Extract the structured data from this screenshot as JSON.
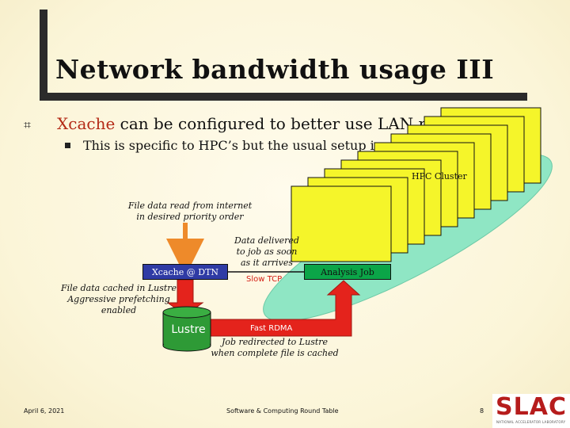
{
  "slide": {
    "title": "Network bandwidth usage III",
    "bullet1": {
      "highlight": "Xcache",
      "rest": " can be configured to better use LAN resources"
    },
    "bullet2": "This is specific to HPC’s but the usual setup is as follows"
  },
  "diagram": {
    "hpc_cluster_label": "HPC Cluster",
    "file_read_line1": "File data read from internet",
    "file_read_line2": "in desired priority order",
    "data_delivered_line1": "Data delivered",
    "data_delivered_line2": "to job as soon",
    "data_delivered_line3": "as it arrives",
    "xcache_label": "Xcache @ DTN",
    "analysis_label": "Analysis Job",
    "slow_tcp": "Slow TCP",
    "file_cached_line1": "File data cached in Lustre",
    "file_cached_line2": "Aggressive prefetching enabled",
    "lustre_label": "Lustre",
    "fast_rdma": "Fast RDMA",
    "job_redirected_line1": "Job redirected to Lustre",
    "job_redirected_line2": "when complete file is cached"
  },
  "footer": {
    "date": "April 6, 2021",
    "center": "Software & Computing Round Table",
    "page": "8",
    "logo_text": "SLAC",
    "logo_subtext": "NATIONAL ACCELERATOR LABORATORY"
  },
  "colors": {
    "title_bar": "#2b2b2b",
    "highlight_text": "#b42a16",
    "cluster_ellipse": "#8fe6c4",
    "node_fill": "#f5f52a",
    "xcache_box": "#2f3ba5",
    "analysis_box": "#0ba548",
    "arrow_orange": "#ee8a2a",
    "arrow_red": "#e4231c",
    "lustre_cylinder": "#2e9a36",
    "slac_red": "#b61c1c"
  },
  "icons": {
    "bullet1": "square-bullet-icon",
    "bullet2": "small-square-bullet-icon"
  }
}
